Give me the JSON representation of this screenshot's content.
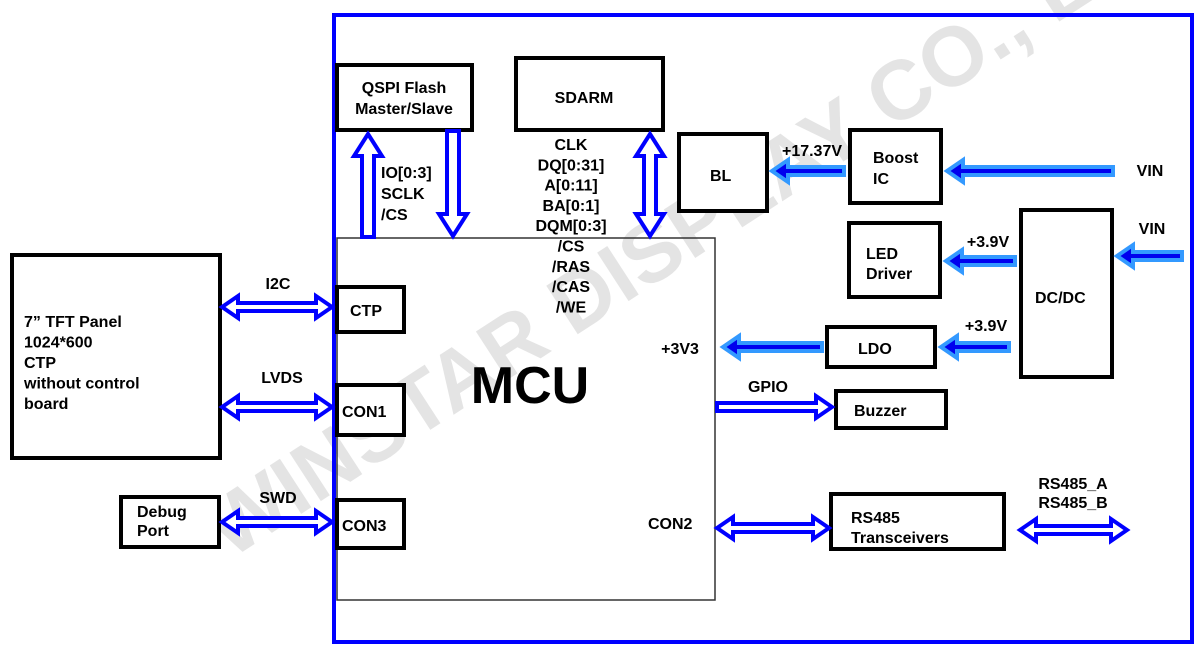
{
  "watermark": "WINSTAR DISPLAY CO., LTD.",
  "colors": {
    "border": "#0000ff",
    "arrow_fill": "#0000ee",
    "arrow_outline": "#3399ff"
  },
  "blocks": {
    "qspi": [
      "QSPI Flash",
      "Master/Slave"
    ],
    "sdarm": "SDARM",
    "mcu": "MCU",
    "ctp": "CTP",
    "con1": "CON1",
    "con3": "CON3",
    "con2": "CON2",
    "tft": [
      "7” TFT Panel",
      "1024*600",
      "CTP",
      "without control",
      "board"
    ],
    "debug": [
      "Debug",
      "Port"
    ],
    "bl": "BL",
    "boost": [
      "Boost",
      "IC"
    ],
    "led": [
      "LED",
      "Driver"
    ],
    "dcdc": "DC/DC",
    "ldo": "LDO",
    "buzzer": "Buzzer",
    "rs485": [
      "RS485",
      "Transceivers"
    ]
  },
  "signals": {
    "i2c": "I2C",
    "lvds": "LVDS",
    "swd": "SWD",
    "qspi_bus": [
      "IO[0:3]",
      "SCLK",
      "/CS"
    ],
    "sdram_bus": [
      "CLK",
      "DQ[0:31]",
      "A[0:11]",
      "BA[0:1]",
      "DQM[0:3]",
      "/CS",
      "/RAS",
      "/CAS",
      "/WE"
    ],
    "v_bl": "+17.37V",
    "vin1": "VIN",
    "vin2": "VIN",
    "v_led": "+3.9V",
    "v_ldo": "+3.9V",
    "v_mcu": "+3V3",
    "gpio": "GPIO",
    "rs485_lines": [
      "RS485_A",
      "RS485_B"
    ]
  }
}
